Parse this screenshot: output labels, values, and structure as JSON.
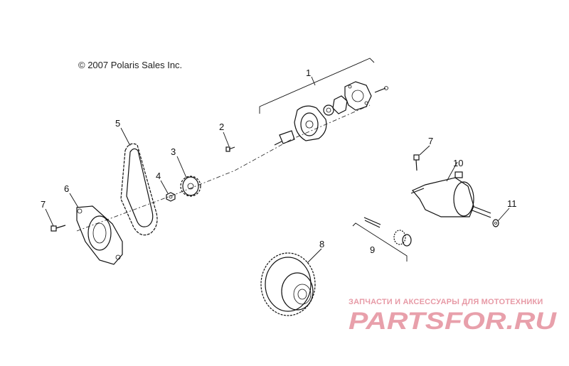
{
  "copyright": "© 2007 Polaris Sales Inc.",
  "callouts": [
    {
      "id": "c1",
      "label": "1"
    },
    {
      "id": "c2",
      "label": "2"
    },
    {
      "id": "c3",
      "label": "3"
    },
    {
      "id": "c4",
      "label": "4"
    },
    {
      "id": "c5",
      "label": "5"
    },
    {
      "id": "c6",
      "label": "6"
    },
    {
      "id": "c7a",
      "label": "7"
    },
    {
      "id": "c7b",
      "label": "7"
    },
    {
      "id": "c8",
      "label": "8"
    },
    {
      "id": "c9",
      "label": "9"
    },
    {
      "id": "c10",
      "label": "10"
    },
    {
      "id": "c11",
      "label": "11"
    }
  ],
  "watermark": {
    "subtitle": "ЗАПЧАСТИ И АКСЕССУАРЫ ДЛЯ МОТОТЕХНИКИ",
    "logo": "PARTSFOR.RU",
    "color": "#e8a0ab"
  }
}
